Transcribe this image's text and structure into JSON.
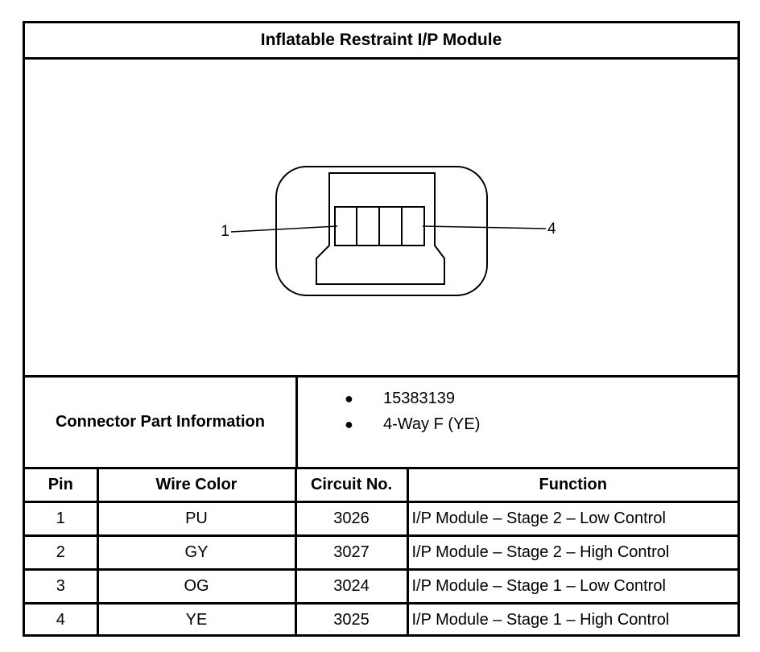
{
  "title": "Inflatable Restraint I/P Module",
  "diagram": {
    "pin_label_left": "1",
    "pin_label_right": "4"
  },
  "connector_info": {
    "label": "Connector Part Information",
    "items": [
      "15383139",
      "4-Way F (YE)"
    ]
  },
  "pin_table": {
    "headers": {
      "pin": "Pin",
      "wire_color": "Wire Color",
      "circuit": "Circuit No.",
      "function": "Function"
    },
    "rows": [
      {
        "pin": "1",
        "wire_color": "PU",
        "circuit": "3026",
        "function": "I/P Module – Stage 2 – Low Control"
      },
      {
        "pin": "2",
        "wire_color": "GY",
        "circuit": "3027",
        "function": "I/P Module – Stage 2 – High Control"
      },
      {
        "pin": "3",
        "wire_color": "OG",
        "circuit": "3024",
        "function": "I/P Module – Stage 1 – Low Control"
      },
      {
        "pin": "4",
        "wire_color": "YE",
        "circuit": "3025",
        "function": "I/P Module – Stage 1 – High Control"
      }
    ]
  }
}
